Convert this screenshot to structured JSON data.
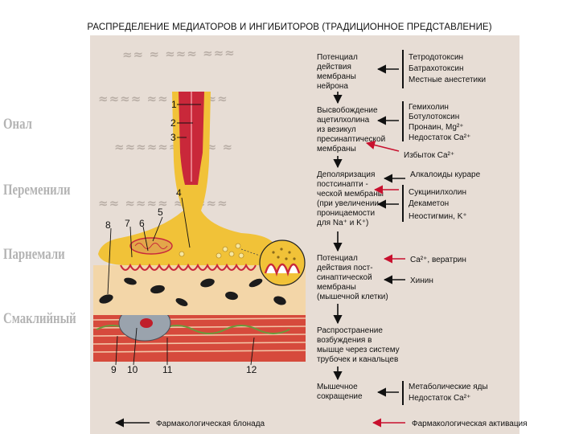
{
  "title": "РАСПРЕДЕЛЕНИЕ МЕДИАТОРОВ И ИНГИБИТОРОВ (ТРАДИЦИОННОЕ ПРЕДСТАВЛЕНИЕ)",
  "side_labels": [
    "Онал",
    "Переменили",
    "Парнемали",
    "Смаклийный"
  ],
  "numbers": [
    "1",
    "2",
    "3",
    "4",
    "5",
    "6",
    "7",
    "8",
    "9",
    "10",
    "11",
    "12"
  ],
  "steps": {
    "s1": [
      "Потенциал",
      "действия",
      "мембраны",
      "нейрона"
    ],
    "s2": [
      "Высвобождение",
      "ацетилхолина",
      "из везикул",
      "пресинаптической",
      "мембраны"
    ],
    "s3": [
      "Деполяризация",
      "постсинапти -",
      "ческой мембраны",
      "(при увеличении",
      "проницаемости",
      "для Na⁺ и K⁺)"
    ],
    "s4": [
      "Потенциал",
      "действия пост-",
      "синаптической",
      "мембраны",
      "(мышечной клетки)"
    ],
    "s5": [
      "Распространение",
      "возбуждения в",
      "мышце через систему",
      "трубочек и канальцев"
    ],
    "s6": [
      "Мышечное",
      "сокращение"
    ]
  },
  "agents": {
    "a1": [
      "Тетродотоксин",
      "Батрахотоксин",
      "Местные анестетики"
    ],
    "a2": [
      "Гемихолин",
      "Ботулотоксин",
      "Пронаин, Mg²⁺",
      "Недостаток Ca²⁺"
    ],
    "a2_red": "Избыток Ca²⁺",
    "a3_top": "Алкалоиды кураре",
    "a3": [
      "Сукцинилхолин",
      "Декаметон",
      "Неостигмин, K⁺"
    ],
    "a4_red": "Ca²⁺, вератрин",
    "a4": "Хинин",
    "a6": [
      "Метаболические яды",
      "Недостаток Ca²⁺"
    ]
  },
  "legend": {
    "blockade": "Фармакологическая блонада",
    "activation": "Фармакологическая активация"
  },
  "colors": {
    "nerve_yellow": "#f1c238",
    "nerve_red": "#c9283a",
    "muscle_red": "#d64a3c",
    "block_arrow": "#111111",
    "activation_arrow": "#c8102e"
  }
}
